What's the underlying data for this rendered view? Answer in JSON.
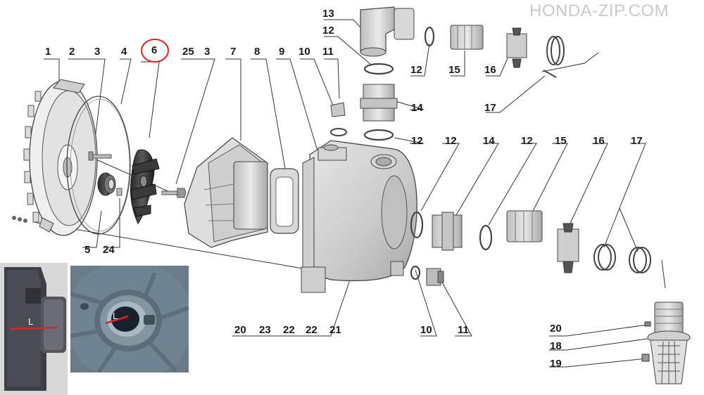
{
  "watermark": "HONDA-ZIP.COM",
  "highlight_color": "#d9262b",
  "part_labels": {
    "p1": "1",
    "p2": "2",
    "p3a": "3",
    "p4": "4",
    "p6": "6",
    "p25": "25",
    "p3b": "3",
    "p7": "7",
    "p8": "8",
    "p9": "9",
    "p10a": "10",
    "p11a": "11",
    "p13": "13",
    "p12a": "12",
    "p12b": "12",
    "p15a": "15",
    "p16a": "16",
    "p14a": "14",
    "p17a": "17",
    "p12c": "12",
    "p12d": "12",
    "p14b": "14",
    "p12e": "12",
    "p15b": "15",
    "p16b": "16",
    "p17b": "17",
    "p5": "5",
    "p24": "24",
    "p20a": "20",
    "p23": "23",
    "p22a": "22",
    "p22b": "22",
    "p21": "21",
    "p10b": "10",
    "p11b": "11",
    "p20b": "20",
    "p18": "18",
    "p19": "19"
  },
  "measure_label_1": "L",
  "measure_label_2": "L"
}
